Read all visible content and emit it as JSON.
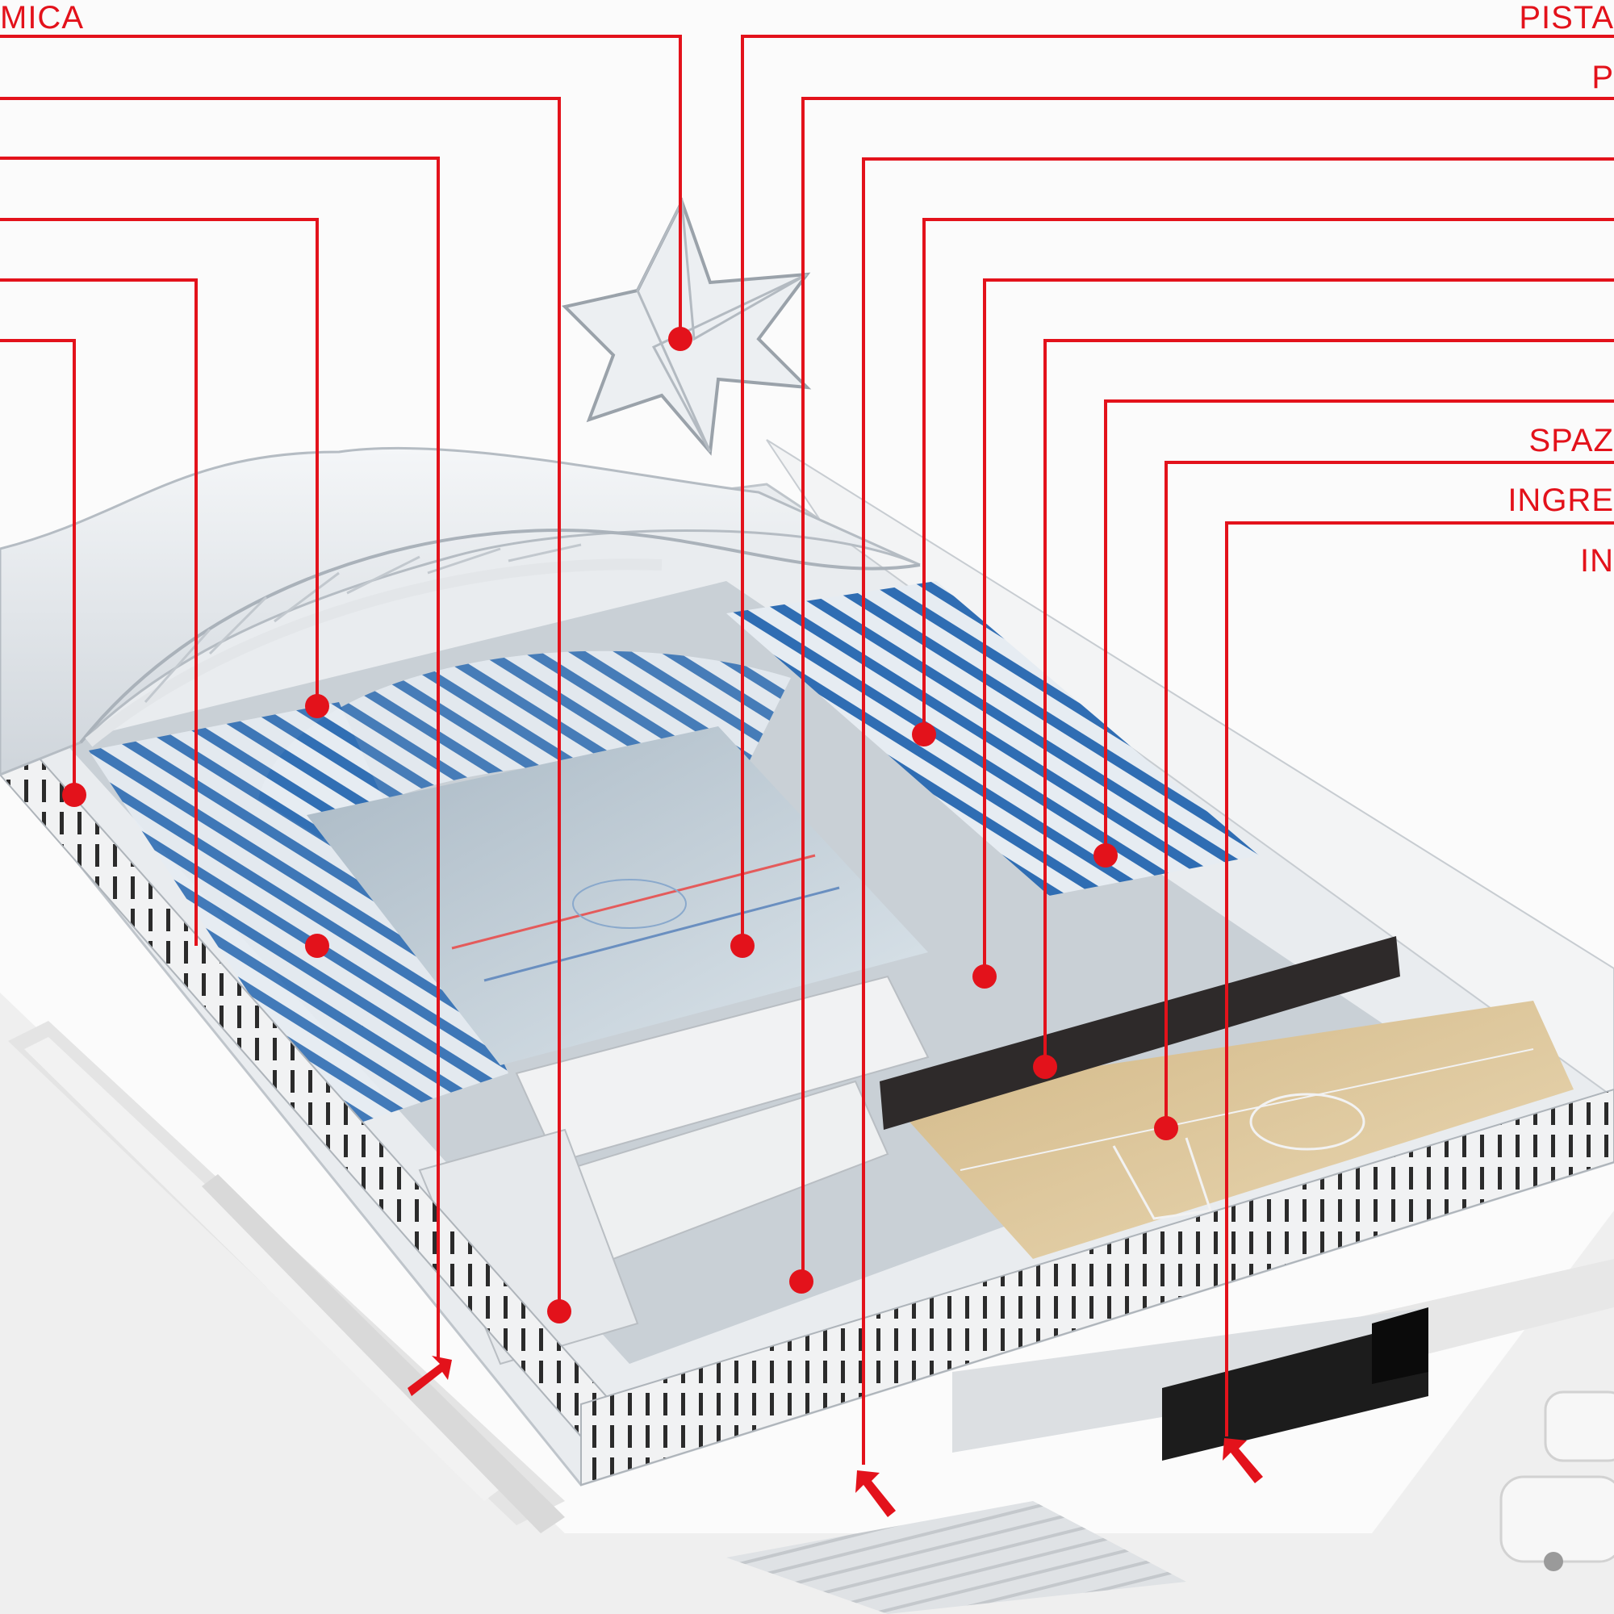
{
  "diagram": {
    "labels_left": [
      "MICA"
    ],
    "labels_right": [
      "PISTA",
      "P",
      "SPAZ",
      "INGRE",
      "IN"
    ],
    "colors": {
      "callout": "#e3121b",
      "background": "#fbfbfb",
      "building": "#e9ecef",
      "seats": "#2f6db3",
      "ice": "#c6d3dc",
      "court": "#dcc59b"
    }
  }
}
